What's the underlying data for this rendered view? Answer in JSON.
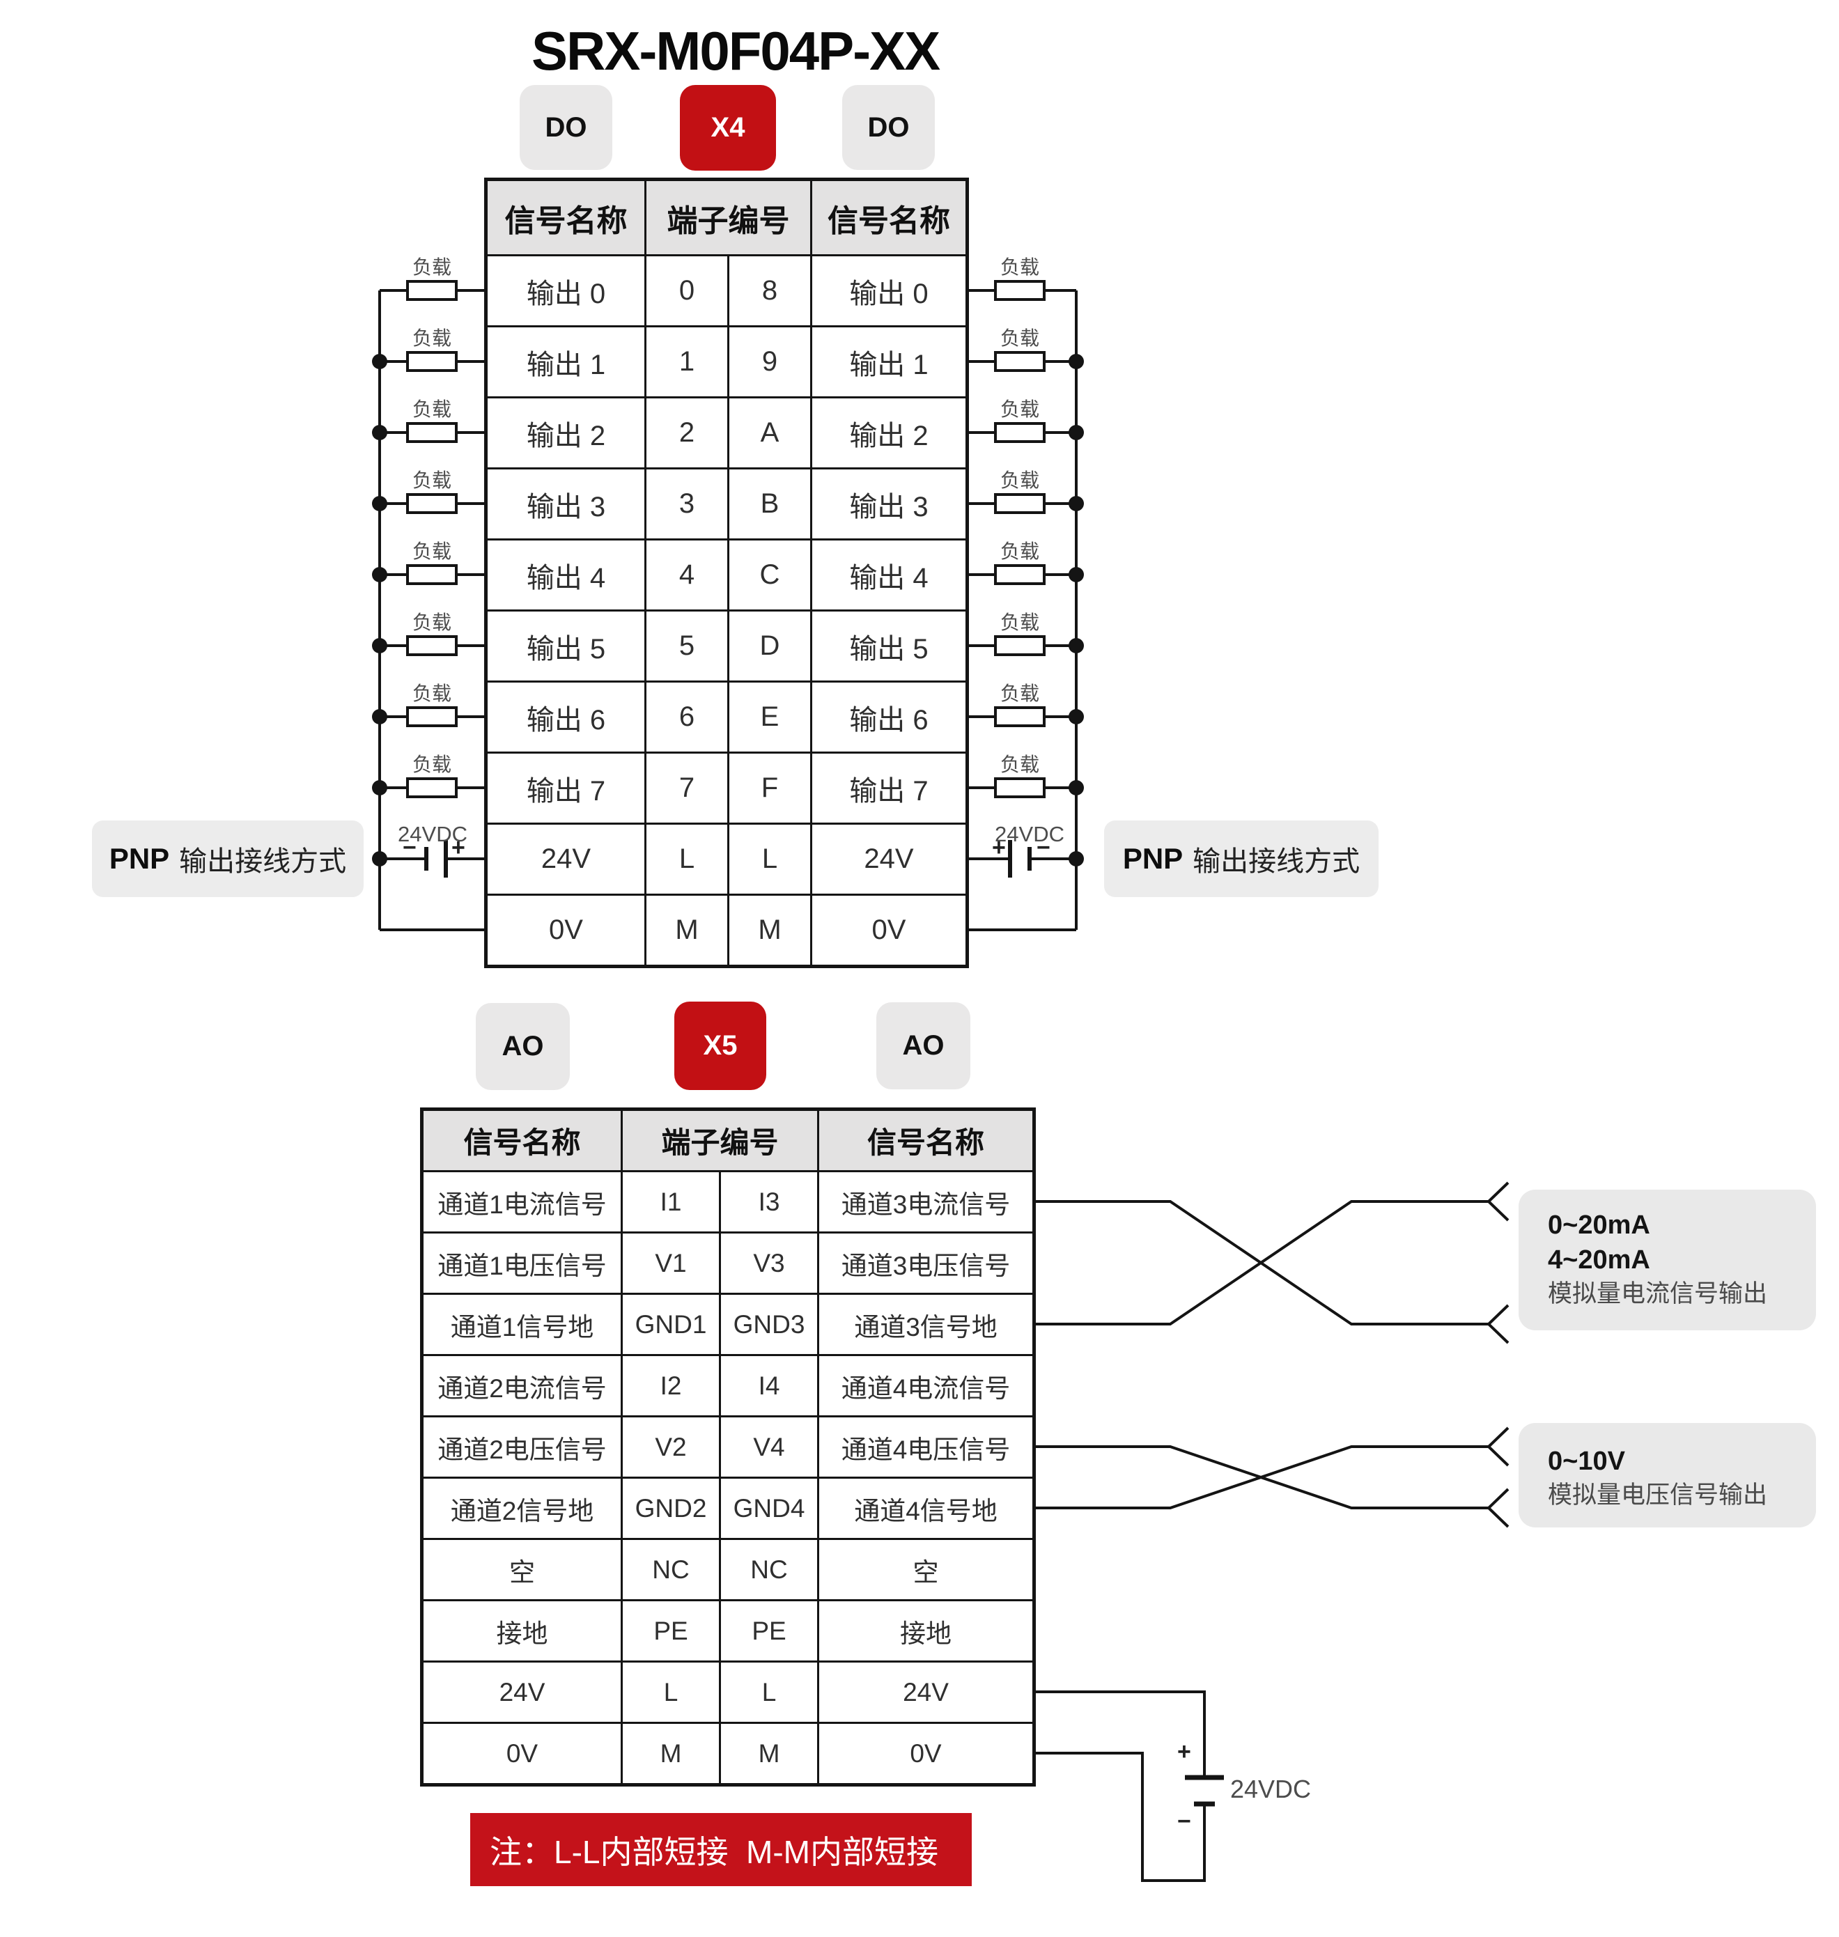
{
  "title": "SRX-M0F04P-XX",
  "colors": {
    "accent_red": "#c21014",
    "note_red": "#c4121a",
    "badge_gray": "#e9e8e8",
    "header_gray": "#e3e2e2",
    "callout_gray": "#e9e9e9"
  },
  "labels": {
    "load": "负载",
    "psu": "24VDC",
    "plus": "+",
    "minus": "−",
    "pnp_bold": "PNP",
    "pnp_text": "输出接线方式"
  },
  "top_section": {
    "badges": {
      "left": "DO",
      "center": "X4",
      "right": "DO"
    },
    "table": {
      "headers": {
        "left": "信号名称",
        "center": "端子编号",
        "right": "信号名称"
      },
      "rows": [
        {
          "left": "输出 0",
          "t1": "0",
          "t2": "8",
          "right": "输出 0"
        },
        {
          "left": "输出 1",
          "t1": "1",
          "t2": "9",
          "right": "输出 1"
        },
        {
          "left": "输出 2",
          "t1": "2",
          "t2": "A",
          "right": "输出 2"
        },
        {
          "left": "输出 3",
          "t1": "3",
          "t2": "B",
          "right": "输出 3"
        },
        {
          "left": "输出 4",
          "t1": "4",
          "t2": "C",
          "right": "输出 4"
        },
        {
          "left": "输出 5",
          "t1": "5",
          "t2": "D",
          "right": "输出 5"
        },
        {
          "left": "输出 6",
          "t1": "6",
          "t2": "E",
          "right": "输出 6"
        },
        {
          "left": "输出 7",
          "t1": "7",
          "t2": "F",
          "right": "输出 7"
        },
        {
          "left": "24V",
          "t1": "L",
          "t2": "L",
          "right": "24V"
        },
        {
          "left": "0V",
          "t1": "M",
          "t2": "M",
          "right": "0V"
        }
      ]
    }
  },
  "bottom_section": {
    "badges": {
      "left": "AO",
      "center": "X5",
      "right": "AO"
    },
    "table": {
      "headers": {
        "left": "信号名称",
        "center": "端子编号",
        "right": "信号名称"
      },
      "rows": [
        {
          "left": "通道1电流信号",
          "t1": "I1",
          "t2": "I3",
          "right": "通道3电流信号"
        },
        {
          "left": "通道1电压信号",
          "t1": "V1",
          "t2": "V3",
          "right": "通道3电压信号"
        },
        {
          "left": "通道1信号地",
          "t1": "GND1",
          "t2": "GND3",
          "right": "通道3信号地"
        },
        {
          "left": "通道2电流信号",
          "t1": "I2",
          "t2": "I4",
          "right": "通道4电流信号"
        },
        {
          "left": "通道2电压信号",
          "t1": "V2",
          "t2": "V4",
          "right": "通道4电压信号"
        },
        {
          "left": "通道2信号地",
          "t1": "GND2",
          "t2": "GND4",
          "right": "通道4信号地"
        },
        {
          "left": "空",
          "t1": "NC",
          "t2": "NC",
          "right": "空"
        },
        {
          "left": "接地",
          "t1": "PE",
          "t2": "PE",
          "right": "接地"
        },
        {
          "left": "24V",
          "t1": "L",
          "t2": "L",
          "right": "24V"
        },
        {
          "left": "0V",
          "t1": "M",
          "t2": "M",
          "right": "0V"
        }
      ]
    },
    "callout_current": {
      "line1": "0~20mA",
      "line2": "4~20mA",
      "line3": "模拟量电流信号输出"
    },
    "callout_voltage": {
      "line1": "0~10V",
      "line2": "模拟量电压信号输出"
    },
    "note": "注：L-L内部短接  M-M内部短接"
  }
}
